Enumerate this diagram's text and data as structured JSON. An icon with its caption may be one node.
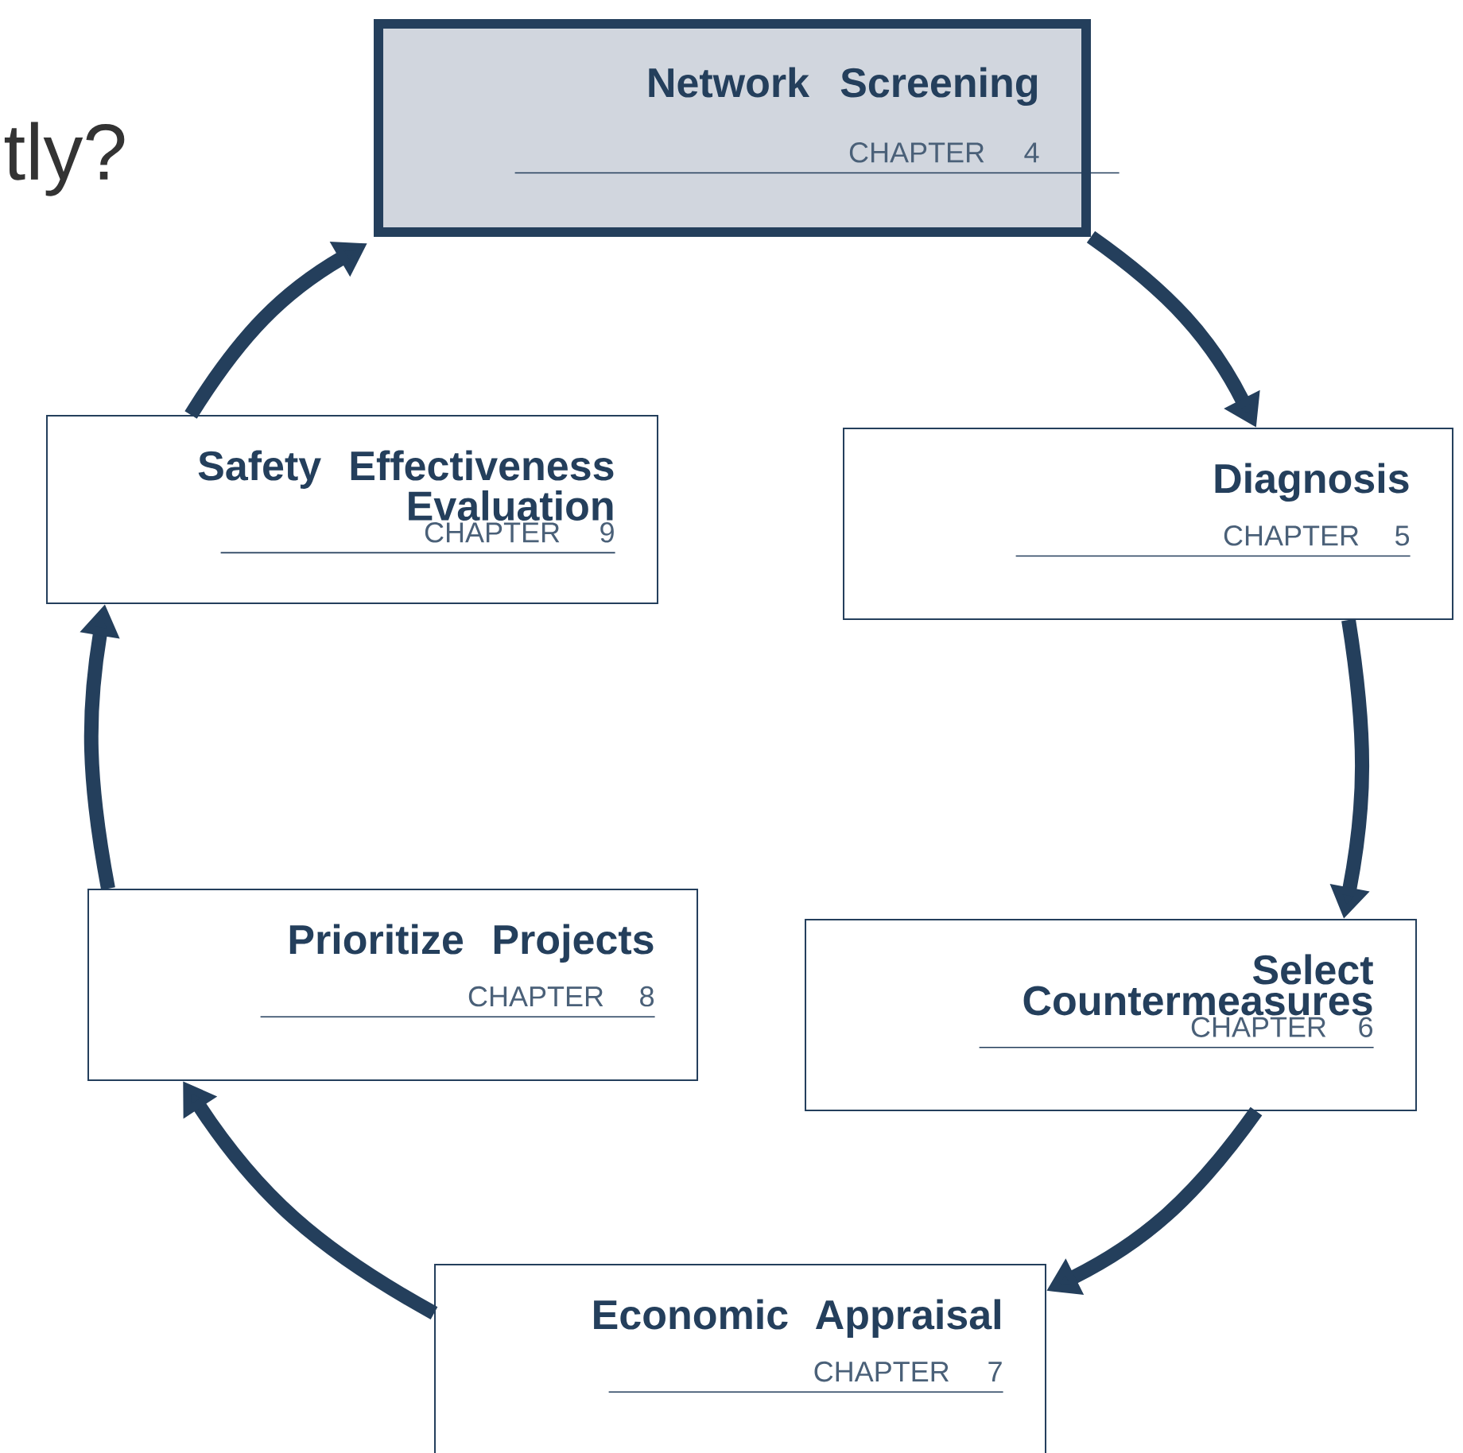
{
  "diagram": {
    "nodes": [
      {
        "text": [
          "Network Screening",
          "CHAPTER 4"
        ]
      },
      {
        "text": [
          "Diagnosis",
          "CHAPTER 5"
        ]
      },
      {
        "text": [
          "Select Countermeasures",
          "CHAPTER 6"
        ]
      },
      {
        "text": [
          "Economic Appraisal",
          "CHAPTER 7"
        ]
      },
      {
        "text": [
          "Prioritize Projects",
          "CHAPTER 8"
        ]
      },
      {
        "text": [
          "Safety Effectiveness Evaluation",
          "CHAPTER 9"
        ]
      }
    ],
    "edges": [
      {
        "from": 0,
        "to": 1,
        "arrow": "to"
      },
      {
        "from": 1,
        "to": 2,
        "arrow": "to"
      },
      {
        "from": 2,
        "to": 3,
        "arrow": "to"
      },
      {
        "from": 3,
        "to": 4,
        "arrow": "to"
      },
      {
        "from": 4,
        "to": 5,
        "arrow": "to"
      },
      {
        "from": 5,
        "to": 0,
        "arrow": "to"
      }
    ],
    "labels": [
      "tly?"
    ]
  }
}
